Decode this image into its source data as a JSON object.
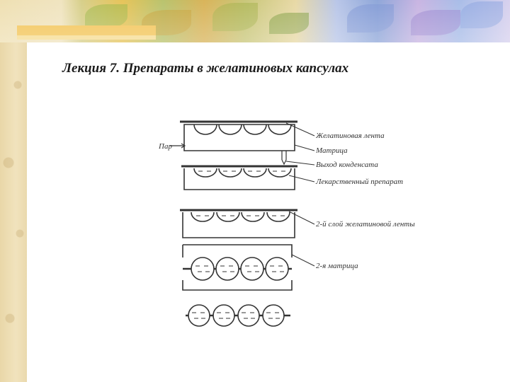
{
  "slide": {
    "title": "Лекция 7. Препараты в желатиновых капсулах"
  },
  "diagram": {
    "labels": {
      "steam": "Пар",
      "gelatin_tape": "Желатиновая лента",
      "matrix": "Матрица",
      "condensate_outlet": "Выход конденсата",
      "drug": "Лекарственный препарат",
      "second_gelatin_layer": "2-й слой желатиновой ленты",
      "second_matrix": "2-я матрица"
    }
  },
  "colors": {
    "ink": "#333333",
    "title": "#1a1a1a"
  }
}
